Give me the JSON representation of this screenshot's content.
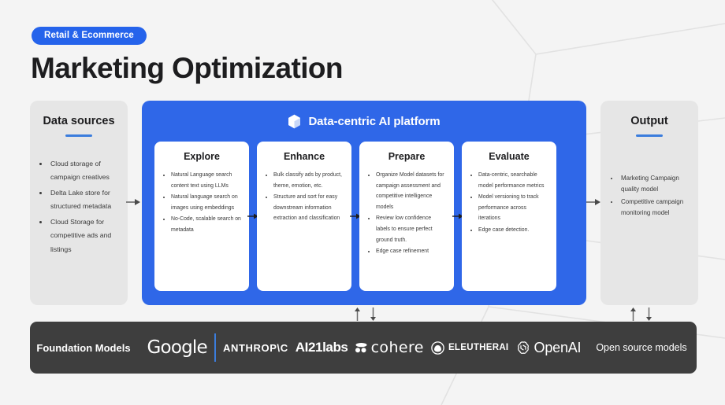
{
  "header": {
    "tag": "Retail & Ecommerce",
    "title": "Marketing Optimization"
  },
  "colors": {
    "accent_blue": "#2563eb",
    "platform_blue": "#2f67e8",
    "panel_gray": "#e6e6e6",
    "bar_dark": "#3e3e3e",
    "page_bg": "#f4f4f4",
    "rule_blue": "#3b7ddd"
  },
  "data_sources": {
    "title": "Data sources",
    "items": [
      "Cloud storage of campaign creatives",
      "Delta Lake store for structured metadata",
      "Cloud Storage for competitive ads and listings"
    ]
  },
  "platform": {
    "title": "Data-centric AI platform",
    "icon": "cube-icon",
    "cards": [
      {
        "title": "Explore",
        "items": [
          "Natural Language search content text using LLMs",
          "Natural language search on images using embeddings",
          "No-Code, scalable search on metadata"
        ]
      },
      {
        "title": "Enhance",
        "items": [
          "Bulk classify ads by product, theme, emotion, etc.",
          "Structure and sort for easy downstream information extraction and classification"
        ]
      },
      {
        "title": "Prepare",
        "items": [
          "Organize Model datasets for campaign assessment and competitive intelligence models",
          "Review low confidence labels to ensure perfect ground truth.",
          "Edge case refinement"
        ]
      },
      {
        "title": "Evaluate",
        "items": [
          "Data-centric, searchable model performance metrics",
          "Model versioning to track performance across iterations",
          "Edge case detection."
        ]
      }
    ]
  },
  "output": {
    "title": "Output",
    "items": [
      "Marketing Campaign quality model",
      "Competitive campaign monitoring model"
    ]
  },
  "foundation_models": {
    "label": "Foundation Models",
    "logos": [
      {
        "name": "google",
        "text": "Google"
      },
      {
        "name": "anthropic",
        "text": "ANTHROP\\C"
      },
      {
        "name": "ai21labs",
        "text": "AI21labs"
      },
      {
        "name": "cohere",
        "text": "cohere"
      },
      {
        "name": "eleutherai",
        "text": "ELEUTHERAI"
      },
      {
        "name": "openai",
        "text": "OpenAI"
      }
    ],
    "right_label": "Open source models"
  },
  "arrows": {
    "sources_to_platform": "arrow-right",
    "platform_to_output": "arrow-right",
    "between_cards": "arrow-right",
    "platform_to_models_up": "arrow-up",
    "platform_to_models_down": "arrow-down"
  }
}
